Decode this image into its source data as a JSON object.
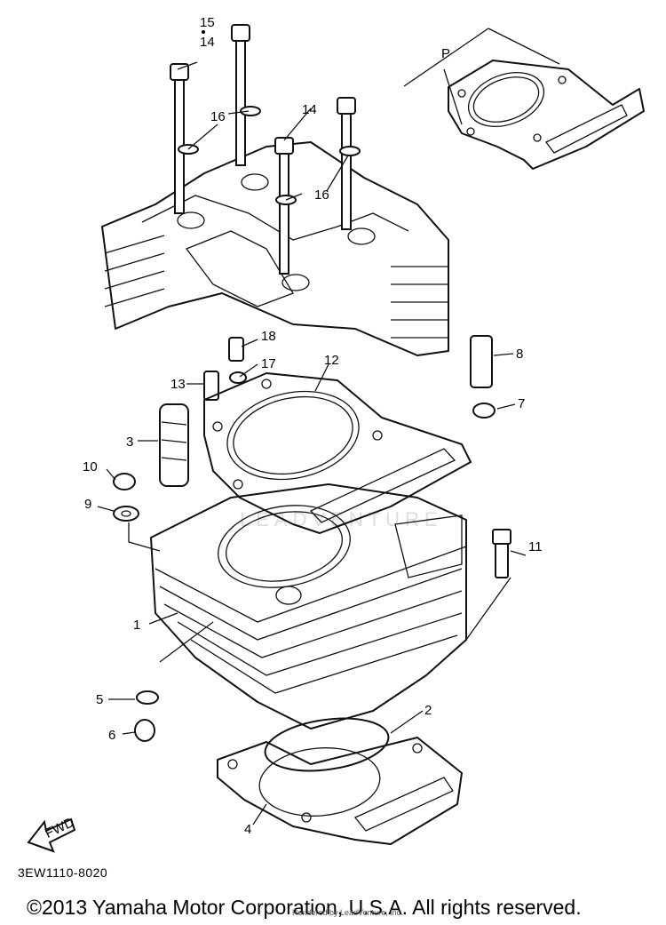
{
  "callouts": [
    {
      "id": "1",
      "label": "1"
    },
    {
      "id": "2",
      "label": "2"
    },
    {
      "id": "3",
      "label": "3"
    },
    {
      "id": "4",
      "label": "4"
    },
    {
      "id": "5",
      "label": "5"
    },
    {
      "id": "6",
      "label": "6"
    },
    {
      "id": "7",
      "label": "7"
    },
    {
      "id": "8",
      "label": "8"
    },
    {
      "id": "9",
      "label": "9"
    },
    {
      "id": "10",
      "label": "10"
    },
    {
      "id": "11",
      "label": "11"
    },
    {
      "id": "12",
      "label": "12"
    },
    {
      "id": "13",
      "label": "13"
    },
    {
      "id": "14a",
      "label": "14"
    },
    {
      "id": "14b",
      "label": "14"
    },
    {
      "id": "15",
      "label": "15"
    },
    {
      "id": "16a",
      "label": "16"
    },
    {
      "id": "16b",
      "label": "16"
    },
    {
      "id": "17",
      "label": "17"
    },
    {
      "id": "18",
      "label": "18"
    },
    {
      "id": "P",
      "label": "P"
    }
  ],
  "fwd_label": "FWD",
  "diagram_code": "3EW1110-8020",
  "copyright": "©2013 Yamaha Motor Corporation, U.S.A. All rights reserved.",
  "rendered_by": "Rendered by LeadVenture, Inc.",
  "watermark": "LEADVENTURE"
}
